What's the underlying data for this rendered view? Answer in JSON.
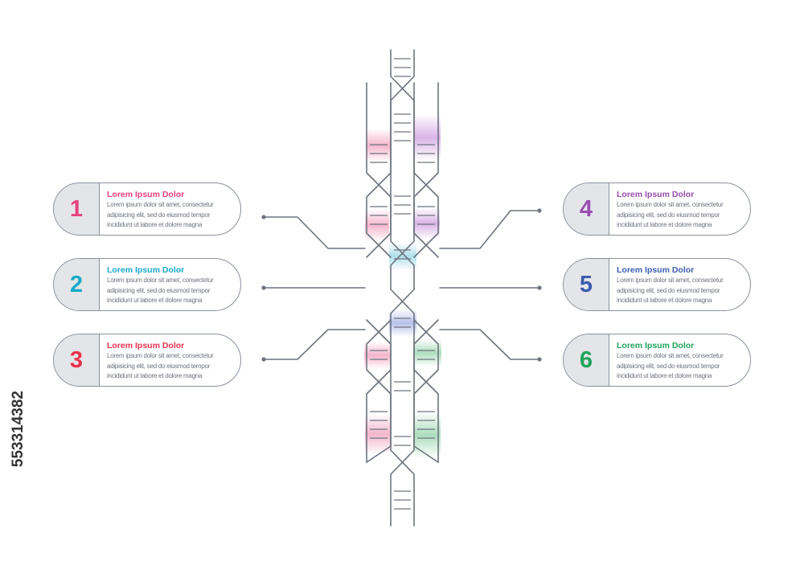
{
  "items": [
    {
      "number": "1",
      "title": "Lorem Ipsum Dolor",
      "text": [
        "Lorem ipsum dolor sit amet, consectetur",
        "adipisicing elit, sed do eiusmod tempor",
        "incididunt ut labore et dolore magna"
      ],
      "color": "#e8417c"
    },
    {
      "number": "2",
      "title": "Lorem Ipsum Dolor",
      "text": [
        "Lorem ipsum dolor sit amet, consectetur",
        "adipisicing elit, sed do eiusmod tempor",
        "incididunt ut labore et dolore magna"
      ],
      "color": "#19a9c9"
    },
    {
      "number": "3",
      "title": "Lorem Ipsum Dolor",
      "text": [
        "Lorem ipsum dolor sit amet, consectetur",
        "adipisicing elit, sed do eiusmod tempor",
        "incididunt ut labore et dolore magna"
      ],
      "color": "#e8334e"
    },
    {
      "number": "4",
      "title": "Lorem Ipsum Dolor",
      "text": [
        "Lorem ipsum dolor sit amet, consectetur",
        "adipisicing elit, sed do eiusmod tempor",
        "incididunt ut labore et dolore magna"
      ],
      "color": "#9b4db0"
    },
    {
      "number": "5",
      "title": "Lorem Ipsum Dolor",
      "text": [
        "Lorem ipsum dolor sit amet, consectetur",
        "adipisicing elit, sed do eiusmod tempor",
        "incididunt ut labore et dolore magna"
      ],
      "color": "#3b5db0"
    },
    {
      "number": "6",
      "title": "Lorem Ipsum Dolor",
      "text": [
        "Lorem ipsum dolor sit amet, consectetur",
        "adipisicing elit, sed do eiusmod tempor",
        "incididunt ut labore et dolore magna"
      ],
      "color": "#1fa35a"
    }
  ],
  "stock_id": "553314382",
  "line_color": "#6d747e"
}
